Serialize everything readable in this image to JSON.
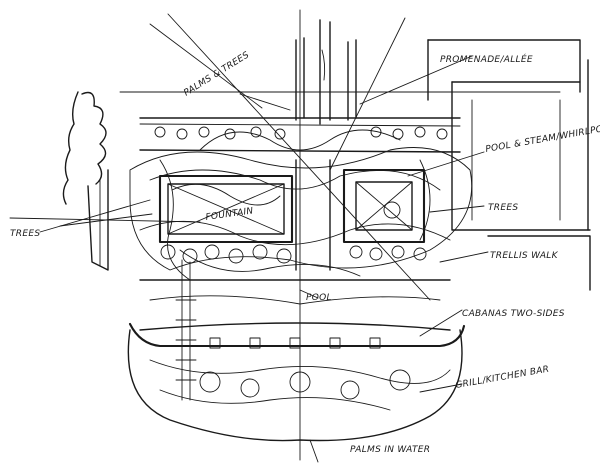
{
  "sketch": {
    "ink_color": "#1a1a1a",
    "background": "#ffffff",
    "labels": {
      "promenade": "PROMENADE/ALLÉE",
      "palms_trees": "PALMS & TREES",
      "trees_left": "TREES",
      "fountain": "FOUNTAIN",
      "pool_steam": "POOL & STEAM/WHIRLPOOL",
      "trees_right": "TREES",
      "trellis_walk": "TRELLIS WALK",
      "pool": "POOL",
      "cabanas": "CABANAS TWO-SIDES",
      "grill": "GRILL/KITCHEN BAR",
      "palms_water": "PALMS IN WATER"
    }
  }
}
